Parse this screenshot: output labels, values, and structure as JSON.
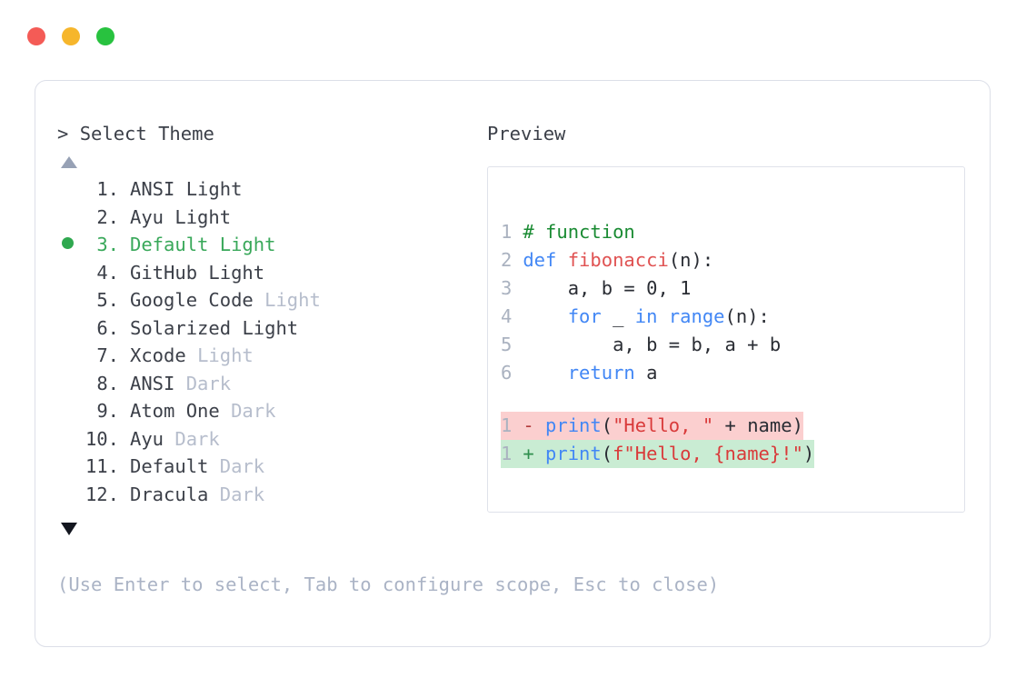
{
  "window": {
    "traffic_lights": [
      {
        "name": "close",
        "color": "#f45b56"
      },
      {
        "name": "minimize",
        "color": "#f6b62c"
      },
      {
        "name": "maximize",
        "color": "#28c23f"
      }
    ]
  },
  "left_panel": {
    "prompt_symbol": ">",
    "title": "Select Theme",
    "scroll_up_icon": "triangle-up",
    "scroll_down_icon": "triangle-down",
    "selected_index": 3,
    "selected_color": "#39a85a",
    "items": [
      {
        "number": "1.",
        "name": "ANSI",
        "variant": "Light",
        "variant_dim": false,
        "selected": false
      },
      {
        "number": "2.",
        "name": "Ayu",
        "variant": "Light",
        "variant_dim": false,
        "selected": false
      },
      {
        "number": "3.",
        "name": "Default",
        "variant": "Light",
        "variant_dim": false,
        "selected": true
      },
      {
        "number": "4.",
        "name": "GitHub",
        "variant": "Light",
        "variant_dim": false,
        "selected": false
      },
      {
        "number": "5.",
        "name": "Google Code",
        "variant": "Light",
        "variant_dim": true,
        "selected": false
      },
      {
        "number": "6.",
        "name": "Solarized",
        "variant": "Light",
        "variant_dim": false,
        "selected": false
      },
      {
        "number": "7.",
        "name": "Xcode",
        "variant": "Light",
        "variant_dim": true,
        "selected": false
      },
      {
        "number": "8.",
        "name": "ANSI",
        "variant": "Dark",
        "variant_dim": true,
        "selected": false
      },
      {
        "number": "9.",
        "name": "Atom One",
        "variant": "Dark",
        "variant_dim": true,
        "selected": false
      },
      {
        "number": "10.",
        "name": "Ayu",
        "variant": "Dark",
        "variant_dim": true,
        "selected": false
      },
      {
        "number": "11.",
        "name": "Default",
        "variant": "Dark",
        "variant_dim": true,
        "selected": false
      },
      {
        "number": "12.",
        "name": "Dracula",
        "variant": "Dark",
        "variant_dim": true,
        "selected": false
      }
    ]
  },
  "right_panel": {
    "title": "Preview",
    "code_lines": [
      {
        "n": "1",
        "tokens": [
          {
            "t": "# function",
            "c": "comment"
          }
        ]
      },
      {
        "n": "2",
        "tokens": [
          {
            "t": "def ",
            "c": "kw"
          },
          {
            "t": "fibonacci",
            "c": "fn"
          },
          {
            "t": "(n):",
            "c": "plain"
          }
        ]
      },
      {
        "n": "3",
        "tokens": [
          {
            "t": "    a, b = 0, 1",
            "c": "plain"
          }
        ]
      },
      {
        "n": "4",
        "tokens": [
          {
            "t": "    ",
            "c": "plain"
          },
          {
            "t": "for",
            "c": "kw"
          },
          {
            "t": " _ ",
            "c": "plain"
          },
          {
            "t": "in range",
            "c": "kw"
          },
          {
            "t": "(n):",
            "c": "plain"
          }
        ]
      },
      {
        "n": "5",
        "tokens": [
          {
            "t": "        a, b = b, a + b",
            "c": "plain"
          }
        ]
      },
      {
        "n": "6",
        "tokens": [
          {
            "t": "    ",
            "c": "plain"
          },
          {
            "t": "return",
            "c": "kw"
          },
          {
            "t": " a",
            "c": "plain"
          }
        ]
      }
    ],
    "diff_lines": [
      {
        "n": "1",
        "sign": "-",
        "kind": "minus",
        "tokens": [
          {
            "t": "print",
            "c": "kw"
          },
          {
            "t": "(",
            "c": "plain"
          },
          {
            "t": "\"Hello, \"",
            "c": "str"
          },
          {
            "t": " + name)",
            "c": "plain"
          }
        ]
      },
      {
        "n": "1",
        "sign": "+",
        "kind": "plus",
        "tokens": [
          {
            "t": "print",
            "c": "kw"
          },
          {
            "t": "(",
            "c": "plain"
          },
          {
            "t": "f\"Hello, {name}!\"",
            "c": "str"
          },
          {
            "t": ")",
            "c": "plain"
          }
        ]
      }
    ],
    "colors": {
      "comment": "#1a8b33",
      "keyword": "#4287f5",
      "function": "#e05252",
      "string": "#d93a3a",
      "diff_add_bg": "#c9ecd3",
      "diff_del_bg": "#fbcfcf"
    }
  },
  "footer": {
    "hint": "(Use Enter to select, Tab to configure scope, Esc to close)"
  }
}
